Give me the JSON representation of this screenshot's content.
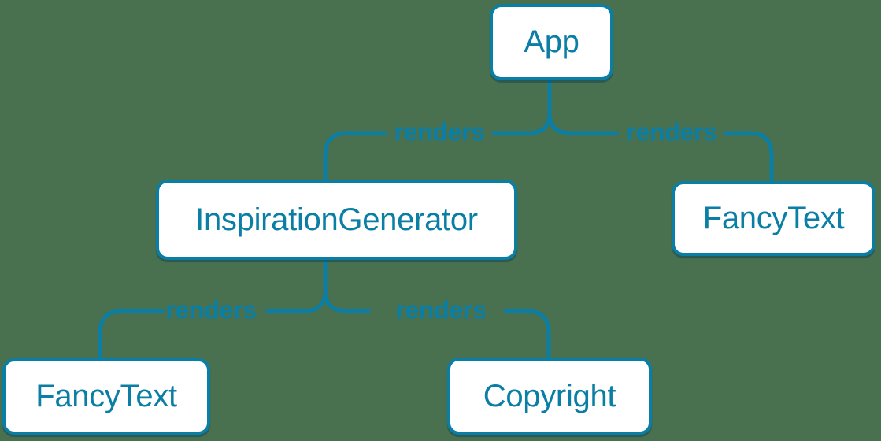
{
  "diagram": {
    "type": "component-render-tree",
    "colors": {
      "background": "#49714F",
      "accent": "#0A7EA4",
      "node_fill": "#FFFFFF"
    },
    "nodes": [
      {
        "id": "app",
        "label": "App"
      },
      {
        "id": "inspiration-generator",
        "label": "InspirationGenerator"
      },
      {
        "id": "fancy-text-top",
        "label": "FancyText"
      },
      {
        "id": "fancy-text-bottom",
        "label": "FancyText"
      },
      {
        "id": "copyright",
        "label": "Copyright"
      }
    ],
    "edges": [
      {
        "from": "App",
        "to": "InspirationGenerator",
        "label": "renders"
      },
      {
        "from": "App",
        "to": "FancyText",
        "label": "renders"
      },
      {
        "from": "InspirationGenerator",
        "to": "FancyText",
        "label": "renders"
      },
      {
        "from": "InspirationGenerator",
        "to": "Copyright",
        "label": "renders"
      }
    ]
  }
}
